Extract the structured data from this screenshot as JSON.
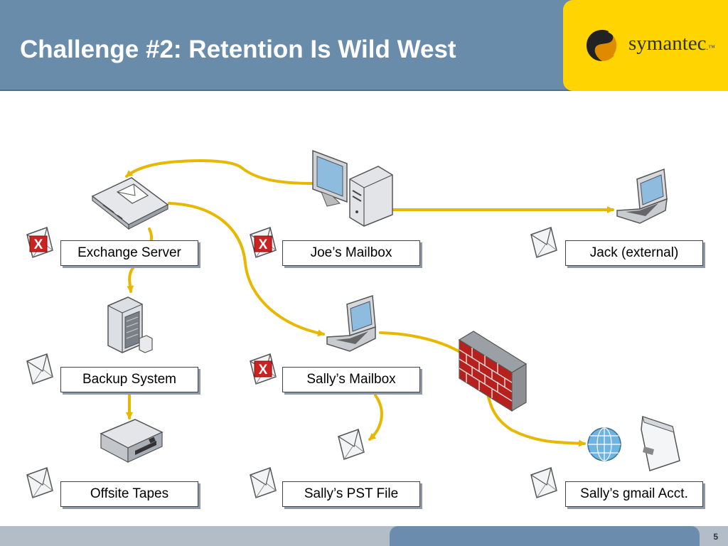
{
  "slide": {
    "title": "Challenge #2: Retention Is Wild West",
    "page_number": "5"
  },
  "logo": {
    "text": "symantec",
    "trademark": ".™"
  },
  "labels": {
    "exchange_server": "Exchange Server",
    "joes_mailbox": "Joe’s Mailbox",
    "jack_external": "Jack (external)",
    "backup_system": "Backup System",
    "sallys_mailbox": "Sally’s Mailbox",
    "offsite_tapes": "Offsite Tapes",
    "sallys_pst_file": "Sally’s PST File",
    "sallys_gmail": "Sally’s gmail Acct."
  },
  "markers": {
    "delete_glyph": "X"
  },
  "colors": {
    "header": "#6a8cab",
    "logo_bg": "#ffd400",
    "arrow": "#e6b800",
    "delete_marker": "#cc2222",
    "firewall": "#b8201e"
  },
  "icons": [
    "email-envelope-icon",
    "delete-marker-icon",
    "email-server-icon",
    "desktop-computer-icon",
    "laptop-icon",
    "backup-server-icon",
    "tape-drive-icon",
    "firewall-icon",
    "globe-icon",
    "browser-window-icon"
  ]
}
